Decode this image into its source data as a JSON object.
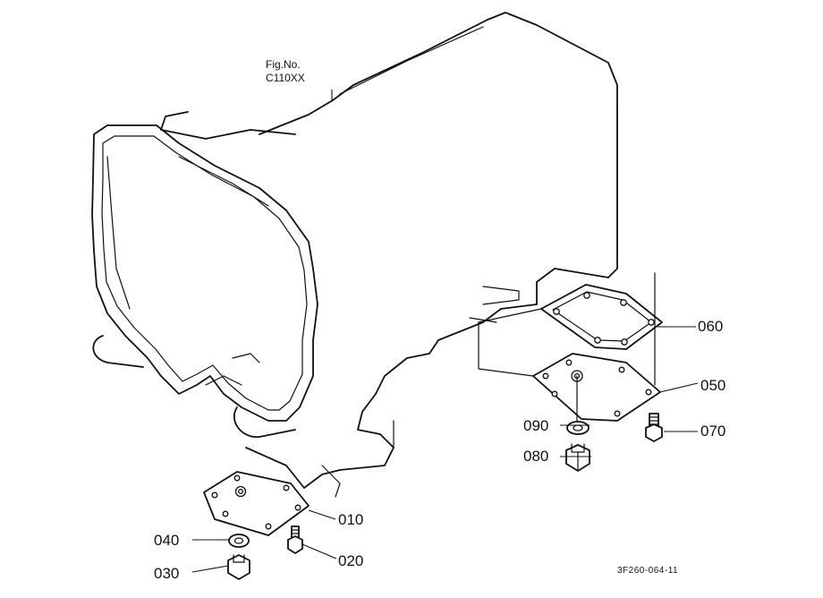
{
  "figure_ref": {
    "line1": "Fig.No.",
    "line2": "C110XX"
  },
  "parts": {
    "p010": "010",
    "p020": "020",
    "p030": "030",
    "p040": "040",
    "p050": "050",
    "p060": "060",
    "p070": "070",
    "p080": "080",
    "p090": "090"
  },
  "drawing_code": "3F260-064-11"
}
